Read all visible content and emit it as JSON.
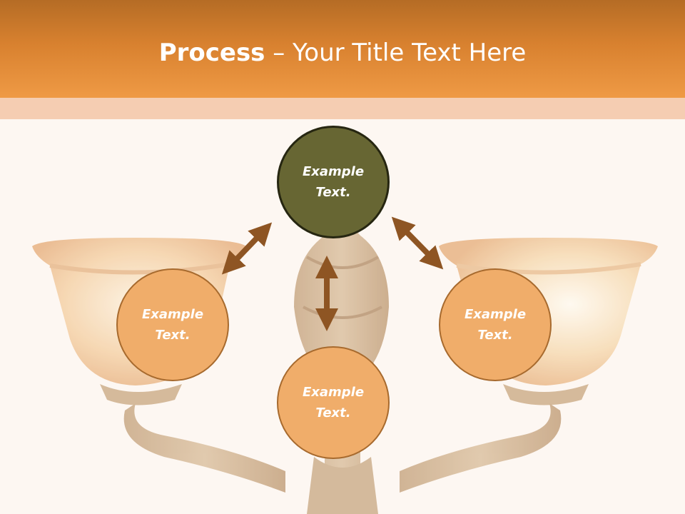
{
  "header": {
    "title_bold": "Process",
    "title_rest": " – Your Title Text Here"
  },
  "diagram": {
    "nodes": [
      {
        "id": "top",
        "label": "Example\nText.",
        "color": "#676633"
      },
      {
        "id": "left",
        "label": "Example\nText.",
        "color": "#f0ad6a"
      },
      {
        "id": "right",
        "label": "Example\nText.",
        "color": "#f0ad6a"
      },
      {
        "id": "bottom",
        "label": "Example\nText.",
        "color": "#f0ad6a"
      }
    ],
    "arrow_color": "#8e5523",
    "connections": [
      {
        "from": "top",
        "to": "left",
        "direction": "bidirectional"
      },
      {
        "from": "top",
        "to": "right",
        "direction": "bidirectional"
      },
      {
        "from": "top",
        "to": "bottom",
        "direction": "bidirectional"
      }
    ]
  },
  "background": {
    "image": "candelabra-lamp",
    "header_color": "#e08a35",
    "band_color": "#f5cdb2",
    "page_color": "#fdf7f2"
  }
}
